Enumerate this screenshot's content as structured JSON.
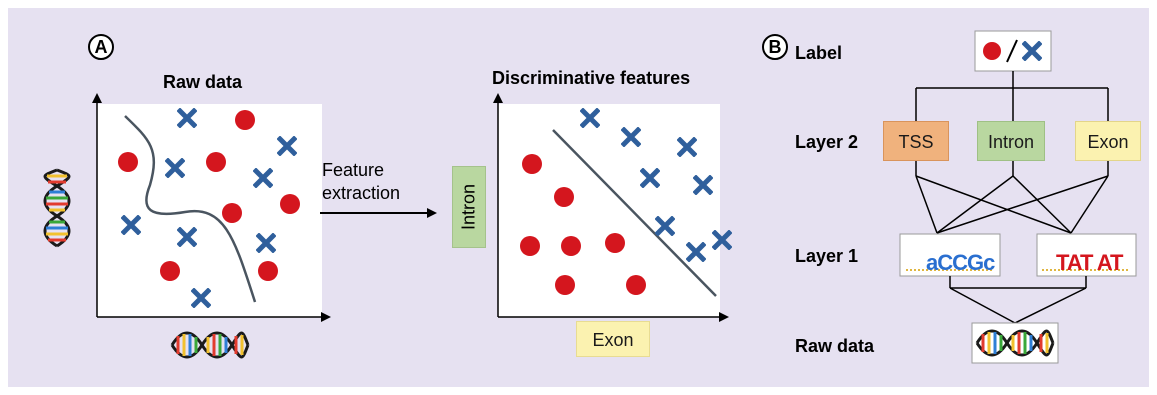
{
  "panel_a": {
    "letter": "A",
    "left_title": "Raw data",
    "arrow_label_line1": "Feature",
    "arrow_label_line2": "extraction",
    "right_title": "Discriminative features",
    "y_feature_label": "Intron",
    "x_feature_label": "Exon"
  },
  "panel_b": {
    "letter": "B",
    "label_row": "Label",
    "layer2_row": "Layer 2",
    "layer1_row": "Layer 1",
    "raw_row": "Raw data",
    "layer2_nodes": [
      "TSS",
      "Intron",
      "Exon"
    ],
    "motif1_text": "aCCGc",
    "motif2_text": "TAT AT"
  },
  "colors": {
    "background": "#e6e1f1",
    "circle": "#d4161e",
    "cross": "#2f5f9c",
    "tss": "#f0b27d",
    "intron": "#b9d7a0",
    "exon": "#fbf2b0",
    "boundary": "#4a5560"
  },
  "icons": [
    "dna-helix-icon",
    "red-circle-icon",
    "blue-cross-icon"
  ]
}
